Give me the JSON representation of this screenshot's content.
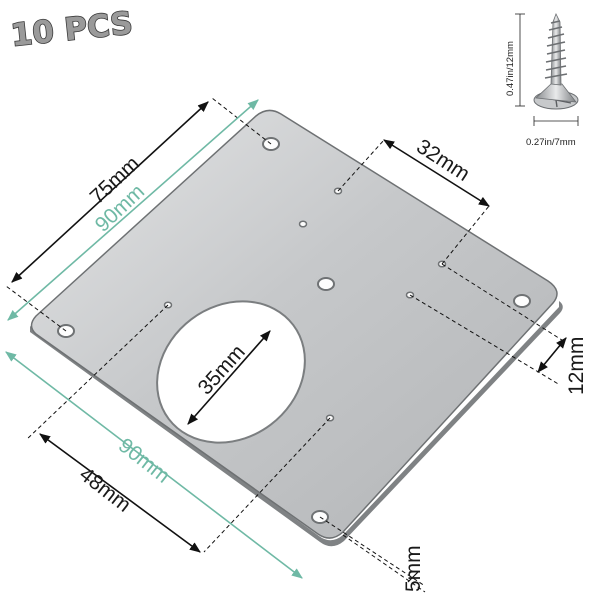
{
  "badge": {
    "text": "10 PCS"
  },
  "screw": {
    "length_label": "0.47in/12mm",
    "diameter_label": "0.27in/7mm"
  },
  "plate": {
    "dimensions": {
      "hole_spacing_long": "75mm",
      "plate_width": "90mm",
      "slot_spacing": "32mm",
      "hole_diameter": "35mm",
      "plate_height": "90mm",
      "slot_offset": "48mm",
      "edge_offset_right": "12mm",
      "edge_offset_bottom": "5mm"
    }
  },
  "colors": {
    "plate_fill": "#c9cbcd",
    "plate_edge": "#6e7173",
    "dimension_line": "#111111",
    "green_dimension": "#6fb9a5"
  }
}
